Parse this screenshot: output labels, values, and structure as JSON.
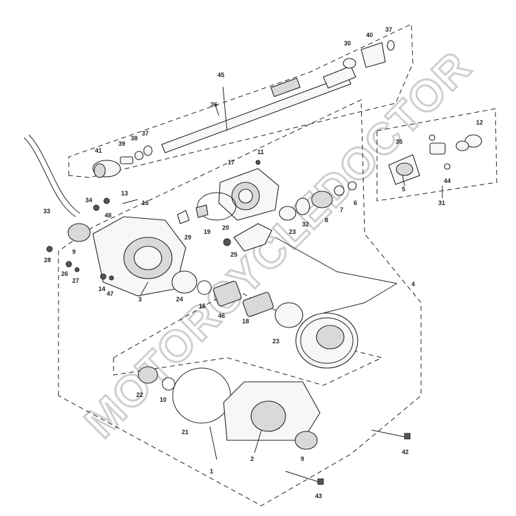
{
  "watermark": "MOTORCYCLEDOCTOR",
  "callouts": [
    {
      "id": "c1",
      "label": "1"
    },
    {
      "id": "c2",
      "label": "2"
    },
    {
      "id": "c3",
      "label": "3"
    },
    {
      "id": "c4",
      "label": "4"
    },
    {
      "id": "c5",
      "label": "5"
    },
    {
      "id": "c6",
      "label": "6"
    },
    {
      "id": "c7",
      "label": "7"
    },
    {
      "id": "c8",
      "label": "8"
    },
    {
      "id": "c9a",
      "label": "9"
    },
    {
      "id": "c9b",
      "label": "9"
    },
    {
      "id": "c10",
      "label": "10"
    },
    {
      "id": "c11",
      "label": "11"
    },
    {
      "id": "c12",
      "label": "12"
    },
    {
      "id": "c13",
      "label": "13"
    },
    {
      "id": "c14",
      "label": "14"
    },
    {
      "id": "c15",
      "label": "15"
    },
    {
      "id": "c16",
      "label": "16"
    },
    {
      "id": "c17",
      "label": "17"
    },
    {
      "id": "c18",
      "label": "18"
    },
    {
      "id": "c19",
      "label": "19"
    },
    {
      "id": "c20",
      "label": "20"
    },
    {
      "id": "c21",
      "label": "21"
    },
    {
      "id": "c22",
      "label": "22"
    },
    {
      "id": "c23a",
      "label": "23"
    },
    {
      "id": "c23b",
      "label": "23"
    },
    {
      "id": "c24",
      "label": "24"
    },
    {
      "id": "c25",
      "label": "25"
    },
    {
      "id": "c26",
      "label": "26"
    },
    {
      "id": "c27",
      "label": "27"
    },
    {
      "id": "c28",
      "label": "28"
    },
    {
      "id": "c29",
      "label": "29"
    },
    {
      "id": "c30",
      "label": "30"
    },
    {
      "id": "c31",
      "label": "31"
    },
    {
      "id": "c32",
      "label": "32"
    },
    {
      "id": "c33",
      "label": "33"
    },
    {
      "id": "c34",
      "label": "34"
    },
    {
      "id": "c35",
      "label": "35"
    },
    {
      "id": "c36",
      "label": "36"
    },
    {
      "id": "c37a",
      "label": "37"
    },
    {
      "id": "c37b",
      "label": "37"
    },
    {
      "id": "c38",
      "label": "38"
    },
    {
      "id": "c39",
      "label": "39"
    },
    {
      "id": "c40",
      "label": "40"
    },
    {
      "id": "c41",
      "label": "41"
    },
    {
      "id": "c42",
      "label": "42"
    },
    {
      "id": "c43",
      "label": "43"
    },
    {
      "id": "c44",
      "label": "44"
    },
    {
      "id": "c45",
      "label": "45"
    },
    {
      "id": "c46",
      "label": "46"
    },
    {
      "id": "c47",
      "label": "47"
    },
    {
      "id": "c48",
      "label": "48"
    }
  ]
}
